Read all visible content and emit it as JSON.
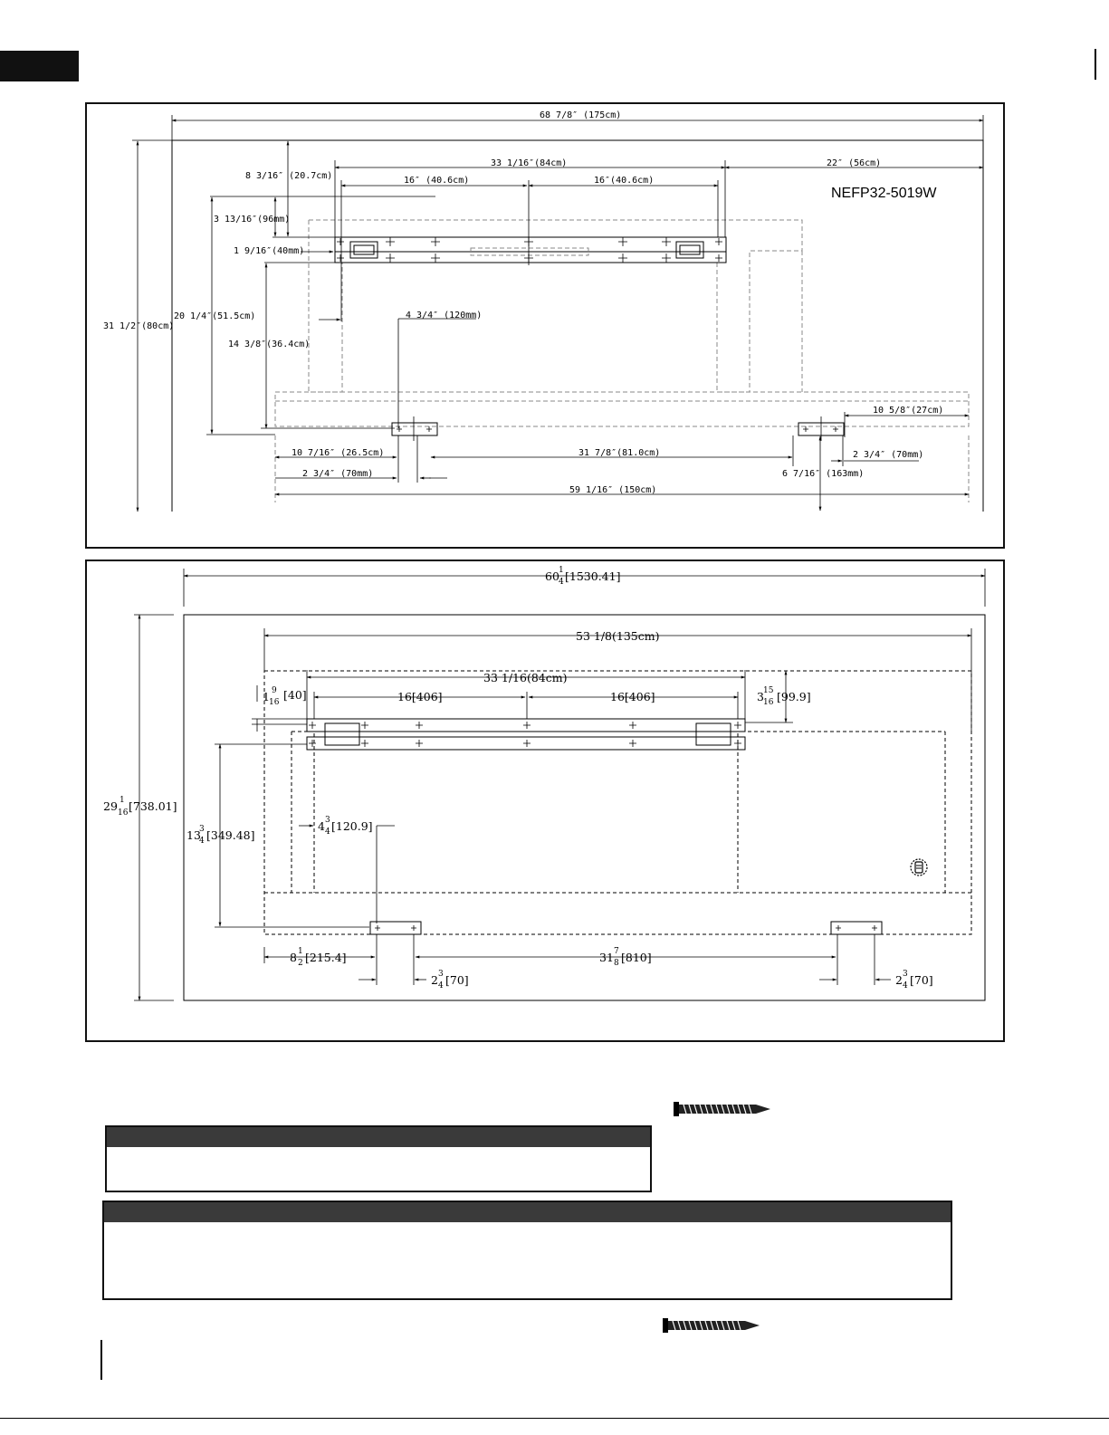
{
  "figure1": {
    "model": "NEFP32-5019W",
    "overall_width": "68 7/8″ (175cm)",
    "overall_height": "31 1/2″(80cm)",
    "bracket_span": "33 1/16″(84cm)",
    "right_margin": "22″ (56cm)",
    "stud_left": "16″ (40.6cm)",
    "stud_right": "16″(40.6cm)",
    "top_drop": "8 3/16″ (20.7cm)",
    "bracket_offset": "3 13/16″(96mm)",
    "bracket_height": "1 9/16″(40mm)",
    "inner_height": "20 1/4″(51.5cm)",
    "drop_to_lower": "14 3/8″(36.4cm)",
    "hook_offset": "4 3/4″ (120mm)",
    "right_hook_margin": "10 5/8″(27cm)",
    "left_hook_margin": "10 7/16″ (26.5cm)",
    "hook_span": "31 7/8″(81.0cm)",
    "hook_width_right": "2 3/4″ (70mm)",
    "hook_width_left": "2 3/4″ (70mm)",
    "right_hook_drop": "6 7/16″ (163mm)",
    "lower_width": "59 1/16″ (150cm)"
  },
  "figure2": {
    "overall_width_whole": "60",
    "overall_width_frac_n": "1",
    "overall_width_frac_d": "4",
    "overall_width_mm": "[1530.41]",
    "unit_width": "53 1/8(135cm)",
    "bracket_span": "33 1/16(84cm)",
    "stud_left": "16[406]",
    "stud_right": "16[406]",
    "bracket_height_whole": "1",
    "bracket_height_frac_n": "9",
    "bracket_height_frac_d": "16",
    "bracket_height_mm": "[40]",
    "top_gap_whole": "3",
    "top_gap_frac_n": "15",
    "top_gap_frac_d": "16",
    "top_gap_mm": "[99.9]",
    "overall_height_whole": "29",
    "overall_height_frac_n": "1",
    "overall_height_frac_d": "16",
    "overall_height_mm": "[738.01]",
    "drop_whole": "13",
    "drop_frac_n": "3",
    "drop_frac_d": "4",
    "drop_mm": "[349.48]",
    "hook_offset_whole": "4",
    "hook_offset_frac_n": "3",
    "hook_offset_frac_d": "4",
    "hook_offset_mm": "[120.9]",
    "left_margin_whole": "8",
    "left_margin_frac_n": "1",
    "left_margin_frac_d": "2",
    "left_margin_mm": "[215.4]",
    "hook_span_whole": "31",
    "hook_span_frac_n": "7",
    "hook_span_frac_d": "8",
    "hook_span_mm": "[810]",
    "hook_width_left_whole": "2",
    "hook_width_left_frac_n": "3",
    "hook_width_left_frac_d": "4",
    "hook_width_left_mm": "[70]",
    "hook_width_right_whole": "2",
    "hook_width_right_frac_n": "3",
    "hook_width_right_frac_d": "4",
    "hook_width_right_mm": "[70]"
  },
  "icons": {
    "screw_top": "screw-icon",
    "screw_bottom": "screw-icon",
    "power_switch": "power-button-icon"
  }
}
